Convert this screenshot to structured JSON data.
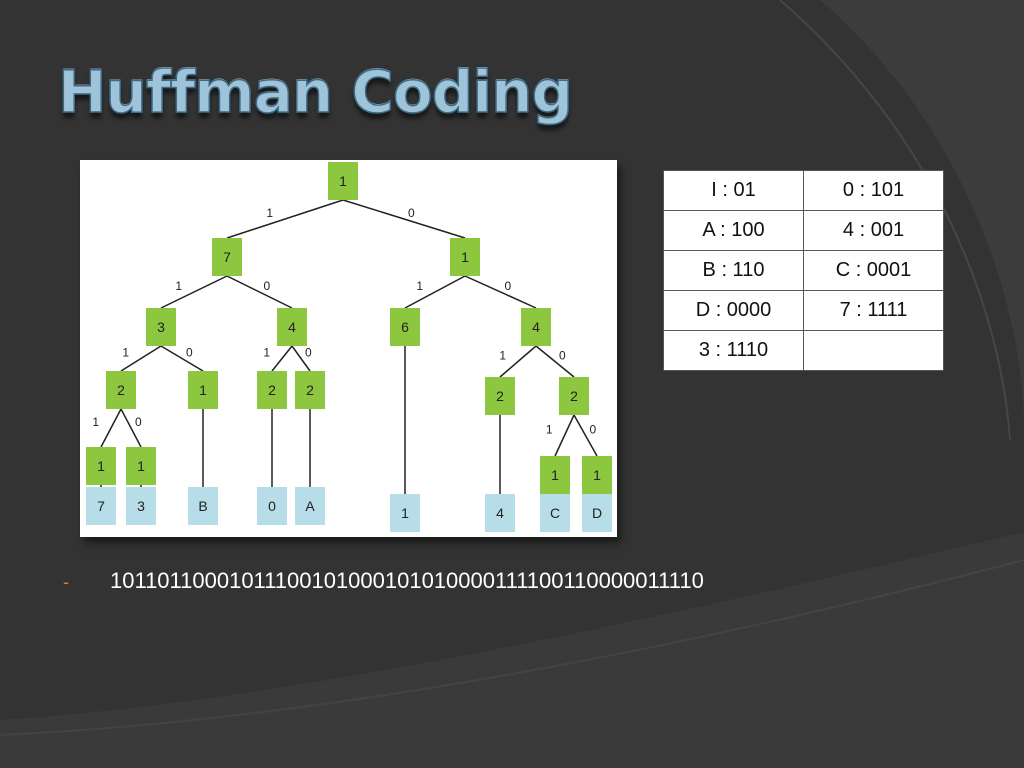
{
  "title": "Huffman Coding",
  "tree": {
    "nodes": [
      {
        "id": "root",
        "label": "1",
        "kind": "internal"
      },
      {
        "id": "n7",
        "label": "7",
        "kind": "internal"
      },
      {
        "id": "n1r",
        "label": "1",
        "kind": "internal"
      },
      {
        "id": "n3",
        "label": "3",
        "kind": "internal"
      },
      {
        "id": "n4a",
        "label": "4",
        "kind": "internal"
      },
      {
        "id": "n6",
        "label": "6",
        "kind": "internal"
      },
      {
        "id": "n4b",
        "label": "4",
        "kind": "internal"
      },
      {
        "id": "n2a",
        "label": "2",
        "kind": "internal"
      },
      {
        "id": "n1b",
        "label": "1",
        "kind": "internal"
      },
      {
        "id": "n2b",
        "label": "2",
        "kind": "internal"
      },
      {
        "id": "n2c",
        "label": "2",
        "kind": "internal"
      },
      {
        "id": "n2d",
        "label": "2",
        "kind": "internal"
      },
      {
        "id": "n2e",
        "label": "2",
        "kind": "internal"
      },
      {
        "id": "n1c",
        "label": "1",
        "kind": "internal"
      },
      {
        "id": "n1d",
        "label": "1",
        "kind": "internal"
      },
      {
        "id": "n1e",
        "label": "1",
        "kind": "internal"
      },
      {
        "id": "n1f",
        "label": "1",
        "kind": "internal"
      },
      {
        "id": "leaf7",
        "label": "7",
        "kind": "leaf"
      },
      {
        "id": "leaf3",
        "label": "3",
        "kind": "leaf"
      },
      {
        "id": "leafB",
        "label": "B",
        "kind": "leaf"
      },
      {
        "id": "leaf0",
        "label": "0",
        "kind": "leaf"
      },
      {
        "id": "leafA",
        "label": "A",
        "kind": "leaf"
      },
      {
        "id": "leaf1",
        "label": "1",
        "kind": "leaf"
      },
      {
        "id": "leaf4",
        "label": "4",
        "kind": "leaf"
      },
      {
        "id": "leafC",
        "label": "C",
        "kind": "leaf"
      },
      {
        "id": "leafD",
        "label": "D",
        "kind": "leaf"
      }
    ],
    "edges": [
      {
        "from": "root",
        "to": "n7",
        "label": "1"
      },
      {
        "from": "root",
        "to": "n1r",
        "label": "0"
      },
      {
        "from": "n7",
        "to": "n3",
        "label": "1"
      },
      {
        "from": "n7",
        "to": "n4a",
        "label": "0"
      },
      {
        "from": "n1r",
        "to": "n6",
        "label": "1"
      },
      {
        "from": "n1r",
        "to": "n4b",
        "label": "0"
      },
      {
        "from": "n3",
        "to": "n2a",
        "label": "1"
      },
      {
        "from": "n3",
        "to": "n1b",
        "label": "0"
      },
      {
        "from": "n4a",
        "to": "n2b",
        "label": "1"
      },
      {
        "from": "n4a",
        "to": "n2c",
        "label": "0"
      },
      {
        "from": "n4b",
        "to": "n2d",
        "label": "1"
      },
      {
        "from": "n4b",
        "to": "n2e",
        "label": "0"
      },
      {
        "from": "n2a",
        "to": "n1c",
        "label": "1"
      },
      {
        "from": "n2a",
        "to": "n1d",
        "label": "0"
      },
      {
        "from": "n2e",
        "to": "n1e",
        "label": "1"
      },
      {
        "from": "n2e",
        "to": "n1f",
        "label": "0"
      },
      {
        "from": "n1c",
        "to": "leaf7",
        "label": ""
      },
      {
        "from": "n1d",
        "to": "leaf3",
        "label": ""
      },
      {
        "from": "n1b",
        "to": "leafB",
        "label": ""
      },
      {
        "from": "n2b",
        "to": "leaf0",
        "label": ""
      },
      {
        "from": "n2c",
        "to": "leafA",
        "label": ""
      },
      {
        "from": "n6",
        "to": "leaf1",
        "label": ""
      },
      {
        "from": "n2d",
        "to": "leaf4",
        "label": ""
      },
      {
        "from": "n1e",
        "to": "leafC",
        "label": ""
      },
      {
        "from": "n1f",
        "to": "leafD",
        "label": ""
      }
    ],
    "colors": {
      "internal": "#8dc63f",
      "leaf": "#b7dde8",
      "line": "#222222"
    }
  },
  "codes_table": {
    "rows": [
      [
        "I : 01",
        "0 : 101"
      ],
      [
        "A : 100",
        "4 : 001"
      ],
      [
        "B : 110",
        "C : 0001"
      ],
      [
        "D : 0000",
        "7 : 1111"
      ],
      [
        "3 : 1110",
        ""
      ]
    ]
  },
  "encoded": {
    "bullet": "-",
    "bits": "10110110001011100101000101010000111100110000011110"
  }
}
